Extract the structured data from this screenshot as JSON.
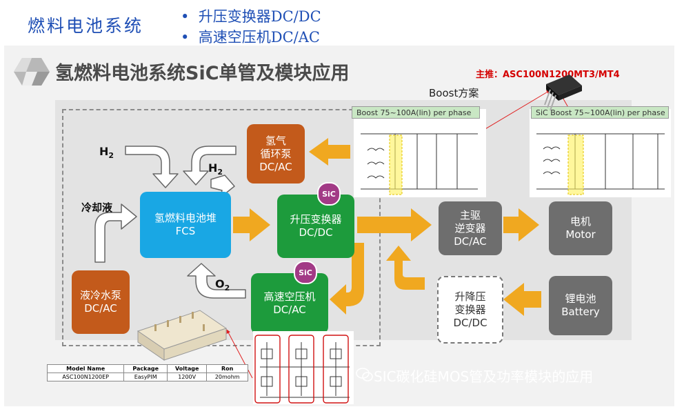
{
  "handwritten": {
    "title": "燃料电池系统",
    "bullets": [
      "升压变换器DC/DC",
      "高速空压机DC/AC"
    ]
  },
  "slide": {
    "title": "氢燃料电池系统SiC单管及模块应用",
    "main_push_label": "主推：ASC100N1200MT3/MT4",
    "boost_scheme_label": "Boost方案",
    "phase_label_1": "Boost 75~100A(lin) per phase",
    "phase_label_2": "SiC Boost 75~100A(lin) per phase"
  },
  "diagram": {
    "h2_in": "H",
    "h2_return": "H",
    "coolant": "冷却液",
    "o2": "O",
    "subscript_2": "2",
    "sic_badge": "SiC",
    "boxes": {
      "h2_pump": "氢气\n循环泵\nDC/AC",
      "fcs": "氢燃料电池堆\nFCS",
      "boost": "升压变换器\nDC/DC",
      "main_inverter": "主驱\n逆变器\nDC/AC",
      "motor": "电机\nMotor",
      "coolant_pump": "液冷水泵\nDC/AC",
      "compressor": "高速空压机\nDC/AC",
      "buck_boost": "升降压\n变换器\nDC/DC",
      "battery": "锂电池\nBattery"
    }
  },
  "spec_table": {
    "headers": [
      "Model Name",
      "Package",
      "Voltage",
      "Ron"
    ],
    "rows": [
      [
        "ASC100N1200EP",
        "EasyPIM",
        "1200V",
        "20mohm"
      ]
    ]
  },
  "watermark": "SIC碳化硅MOS管及功率模块的应用",
  "colors": {
    "orange_box": "#c35a1b",
    "blue_box": "#19a7e4",
    "green_box": "#1d9b3c",
    "gray_box": "#6e6e6e",
    "arrow": "#f0a820",
    "badge": "#a23a86",
    "red_highlight": "#e02020"
  }
}
